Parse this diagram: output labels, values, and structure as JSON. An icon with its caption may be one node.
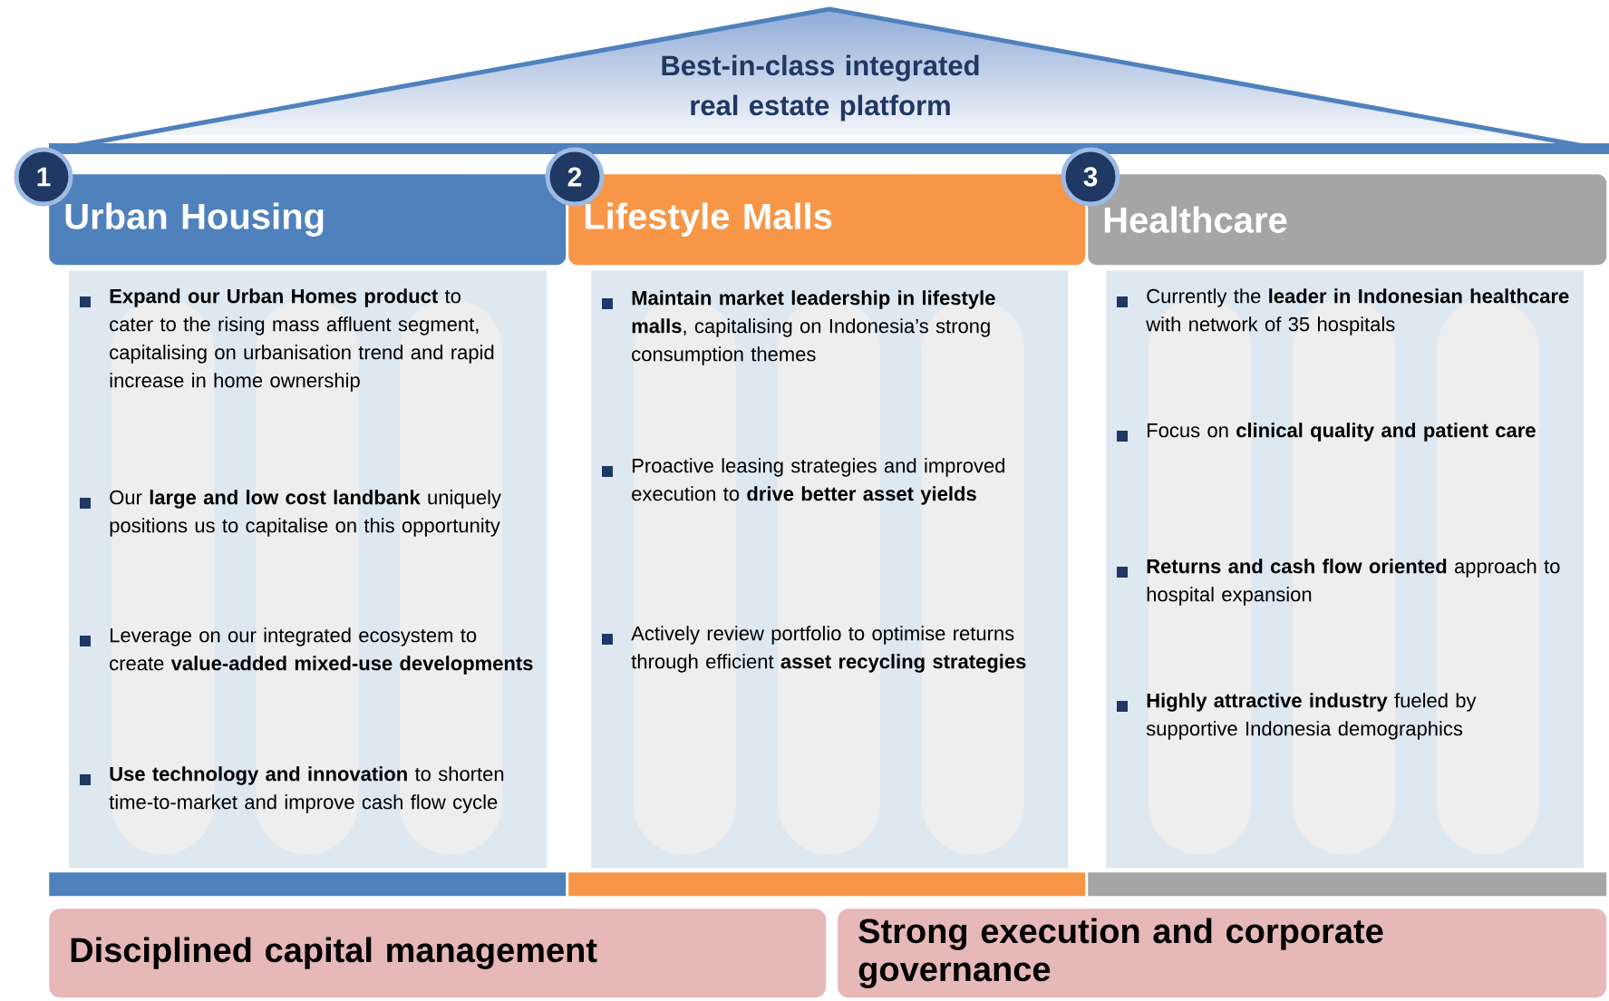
{
  "diagram": {
    "nodes": [
      {
        "text": [
          "Best-in-class integrated real estate platform"
        ]
      },
      {
        "text": [
          "1"
        ]
      },
      {
        "text": [
          "Urban Housing"
        ]
      },
      {
        "text": [
          "**Expand our Urban Homes product** to cater to the rising mass affluent segment, capitalising on urbanisation trend and rapid increase in home ownership",
          "Our **large and low cost landbank** uniquely positions us to capitalise on this opportunity",
          "Leverage on our integrated ecosystem to create **value-added mixed-use developments**",
          "**Use technology and innovation** to shorten time-to-market and improve cash flow cycle"
        ]
      },
      {
        "text": [
          "2"
        ]
      },
      {
        "text": [
          "Lifestyle Malls"
        ]
      },
      {
        "text": [
          "**Maintain market leadership in lifestyle malls**, capitalising on Indonesia’s strong consumption themes",
          "Proactive leasing strategies and improved execution to **drive better asset yields**",
          "Actively review portfolio to optimise returns through efficient **asset recycling strategies**"
        ]
      },
      {
        "text": [
          "3"
        ]
      },
      {
        "text": [
          "Healthcare"
        ]
      },
      {
        "text": [
          "Currently the **leader in Indonesian healthcare** with network of 35 hospitals",
          "Focus on **clinical quality and patient care**",
          "**Returns and cash flow oriented** approach to hospital expansion",
          "**Highly attractive industry** fueled by supportive Indonesia demographics"
        ]
      },
      {
        "text": [],
        "shape": "bar"
      },
      {
        "text": [],
        "shape": "bar"
      },
      {
        "text": [],
        "shape": "bar"
      },
      {
        "text": [
          "Disciplined capital management"
        ]
      },
      {
        "text": [
          "Strong execution and corporate governance"
        ]
      }
    ]
  }
}
